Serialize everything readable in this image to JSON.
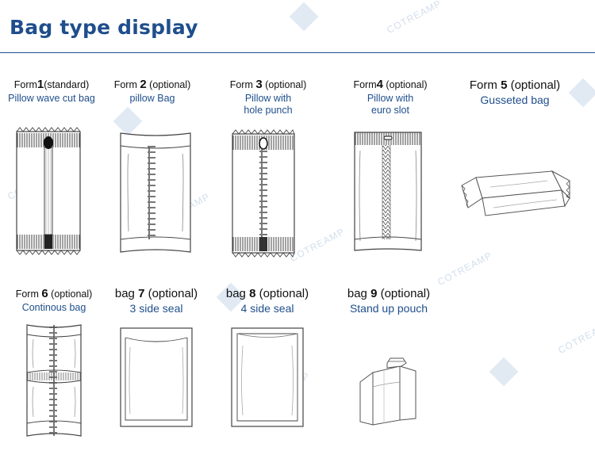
{
  "title": "Bag type display",
  "forms": [
    {
      "prefix": "Form",
      "num": "1",
      "suffix": "(standard)",
      "desc": [
        "Pillow wave cut bag"
      ]
    },
    {
      "prefix": "Form",
      "num": "2",
      "suffix": " (optional)",
      "desc": [
        "pillow Bag"
      ]
    },
    {
      "prefix": "Form",
      "num": "3",
      "suffix": " (optional)",
      "desc": [
        "Pillow with",
        "hole punch"
      ]
    },
    {
      "prefix": "Form",
      "num": "4",
      "suffix": " (optional)",
      "desc": [
        "Pillow with",
        "euro slot"
      ]
    },
    {
      "prefix": "Form",
      "num": "5",
      "suffix": " (optional)",
      "desc": [
        "Gusseted bag"
      ]
    },
    {
      "prefix": "Form",
      "num": "6",
      "suffix": " (optional)",
      "desc": [
        "Continous bag"
      ]
    },
    {
      "prefix": "bag",
      "num": "7",
      "suffix": " (optional)",
      "desc": [
        "3 side seal"
      ]
    },
    {
      "prefix": "bag",
      "num": "8",
      "suffix": " (optional)",
      "desc": [
        "4 side seal"
      ]
    },
    {
      "prefix": "bag",
      "num": "9",
      "suffix": "  (optional)",
      "desc": [
        "Stand up pouch"
      ]
    }
  ],
  "watermark": "COTREAMP",
  "colors": {
    "title": "#1f4e8c",
    "desc": "#1f4e8c",
    "line": "#333333"
  }
}
